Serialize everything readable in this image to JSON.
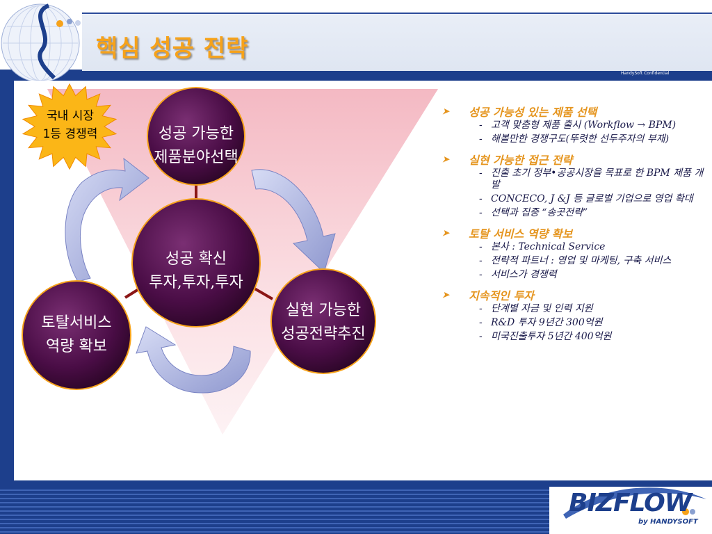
{
  "slide": {
    "title": "핵심 성공 전략",
    "confidential": "HandySoft Confidential"
  },
  "diagram": {
    "star": {
      "line1": "국내 시장",
      "line2": "1등 경쟁력"
    },
    "nodes": {
      "top": {
        "line1": "성공 가능한",
        "line2": "제품분야선택"
      },
      "center": {
        "line1": "성공 확신",
        "line2": "투자,투자,투자"
      },
      "right": {
        "line1": "실현 가능한",
        "line2": "성공전략추진"
      },
      "left": {
        "line1": "토탈서비스",
        "line2": "역량 확보"
      }
    }
  },
  "bullets": [
    {
      "heading": "성공 가능성 있는 제품 선택",
      "items": [
        "고객 맞춤형 제품 출시 (Workflow → BPM)",
        "해볼만한 경쟁구도(뚜렷한 선두주자의 부재)"
      ]
    },
    {
      "heading": "실현 가능한 접근 전략",
      "items": [
        "진출 초기 정부•공공시장을 목표로 한 BPM 제품 개발",
        "CONCECO, J &J 등 글로벌 기업으로 영업 확대",
        "선택과 집중 “송곳전략”"
      ]
    },
    {
      "heading": "토탈 서비스 역량 확보",
      "items": [
        "본사 : Technical Service",
        "전략적 파트너 : 영업 및 마케팅, 구축 서비스",
        "서비스가 경쟁력"
      ]
    },
    {
      "heading": "지속적인 투자",
      "items": [
        "단계별 자금 및 인력 지원",
        "R&D 투자 9년간 300억원",
        "미국진출투자 5년간 400억원"
      ]
    }
  ],
  "logo": {
    "main": "BIZFLOW",
    "sub": "by HANDYSOFT"
  },
  "colors": {
    "title": "#f6a21a",
    "navy": "#1d3f8c",
    "circle": "#4a0d46",
    "accent": "#e5951f",
    "star": "#fbb617"
  }
}
